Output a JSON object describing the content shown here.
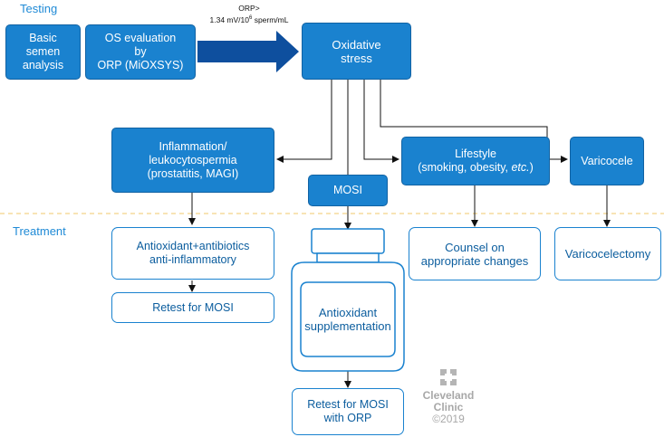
{
  "sections": {
    "testing": "Testing",
    "treatment": "Treatment"
  },
  "testing_boxes": {
    "basic": "Basic\nsemen\nanalysis",
    "os_eval": "OS evaluation\nby\nORP (MiOXSYS)",
    "oxidative": "Oxidative\nstress"
  },
  "orp_label": {
    "prefix": "ORP>",
    "value": "1.34 mV/10",
    "exp": "6",
    "unit": " sperm/mL"
  },
  "causes": {
    "inflammation": "Inflammation/\nleukocytospermia\n(prostatitis, MAGI)",
    "mosi": "MOSI",
    "lifestyle_main": "Lifestyle",
    "lifestyle_pre": "(smoking, obesity, ",
    "lifestyle_etc": "etc.",
    "lifestyle_post": ")",
    "varicocele": "Varicocele"
  },
  "treatments": {
    "antioxidant_antibiotics": "Antioxidant+antibiotics\nanti-inflammatory",
    "retest_mosi": "Retest for MOSI",
    "antioxidant_supplementation": "Antioxidant\nsupplementation",
    "retest_mosi_orp": "Retest for MOSI\nwith ORP",
    "counsel": "Counsel on\nappropriate changes",
    "varicocelectomy": "Varicocelectomy"
  },
  "logo": {
    "name_line1": "Cleveland",
    "name_line2": "Clinic",
    "year": "©2019"
  },
  "colors": {
    "accent": "#1a82cf",
    "accent_dark": "#1162a3",
    "divider": "#f0c86b",
    "text_dark": "#0b5d9e"
  }
}
